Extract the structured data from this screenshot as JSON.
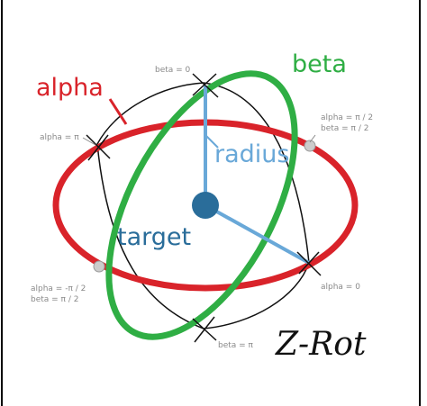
{
  "labels": {
    "alpha": "alpha",
    "beta": "beta",
    "radius": "radius",
    "target": "target",
    "beta_0": "beta = 0",
    "beta_pi": "beta = π",
    "alpha_pi": "alpha = π",
    "alpha_0": "alpha = 0",
    "alpha_pi2_line1": "alpha = π / 2",
    "alpha_pi2_line2": "beta = π / 2",
    "alpha_neg_pi2_line1": "alpha = -π / 2",
    "alpha_neg_pi2_line2": "beta = π / 2",
    "handwriting": "Z-Rot"
  },
  "colors": {
    "alpha_ring": "#d9232a",
    "beta_ring": "#2fae44",
    "radius": "#69a8d8",
    "target": "#2a6d9a",
    "small_text": "#8a8a8a",
    "sketch": "#111111"
  }
}
